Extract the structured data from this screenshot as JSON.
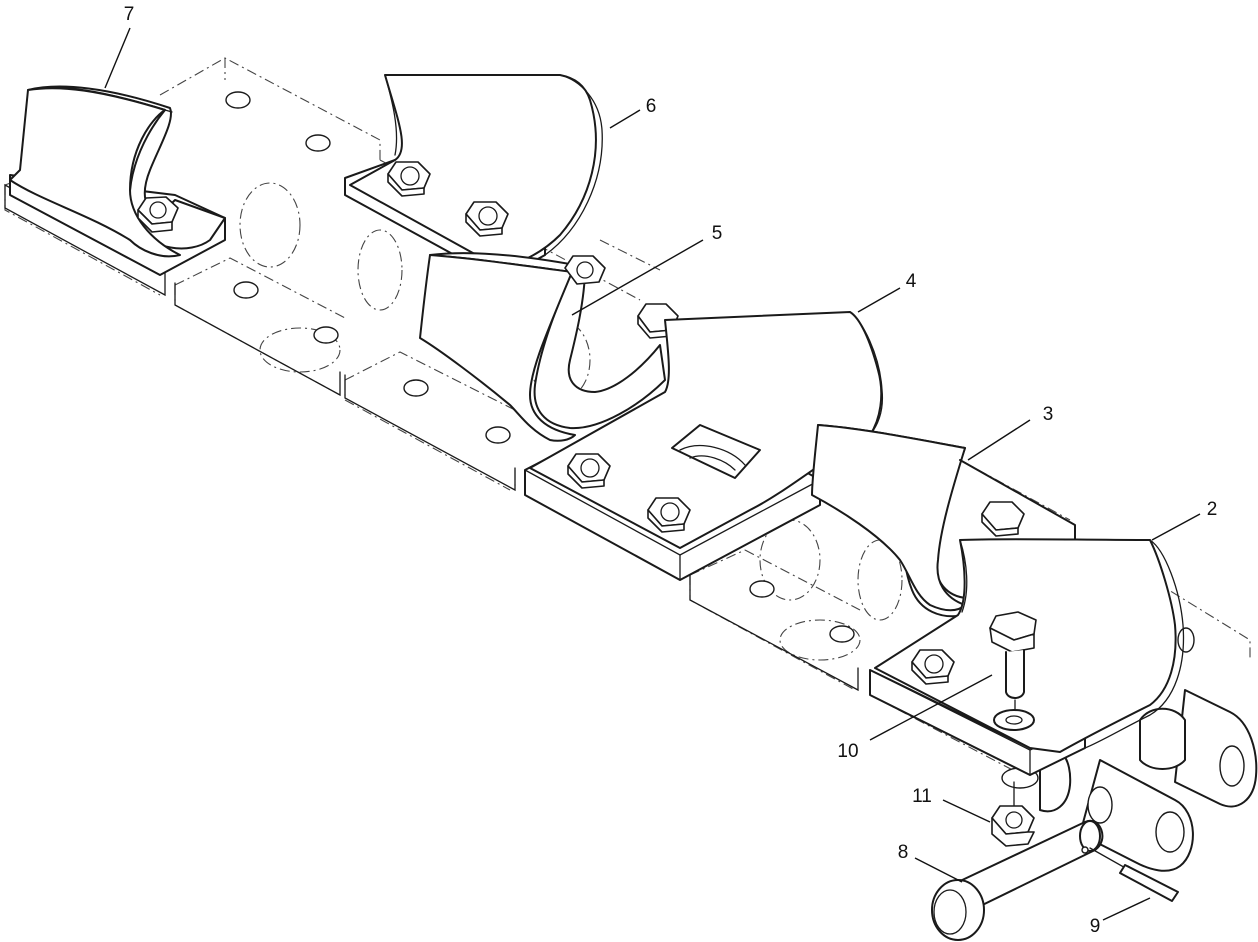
{
  "callouts": [
    {
      "id": "c7",
      "label": "7"
    },
    {
      "id": "c6",
      "label": "6"
    },
    {
      "id": "c5",
      "label": "5"
    },
    {
      "id": "c4",
      "label": "4"
    },
    {
      "id": "c3",
      "label": "3"
    },
    {
      "id": "c2",
      "label": "2"
    },
    {
      "id": "c10",
      "label": "10"
    },
    {
      "id": "c11",
      "label": "11"
    },
    {
      "id": "c8",
      "label": "8"
    },
    {
      "id": "c9",
      "label": "9"
    }
  ]
}
